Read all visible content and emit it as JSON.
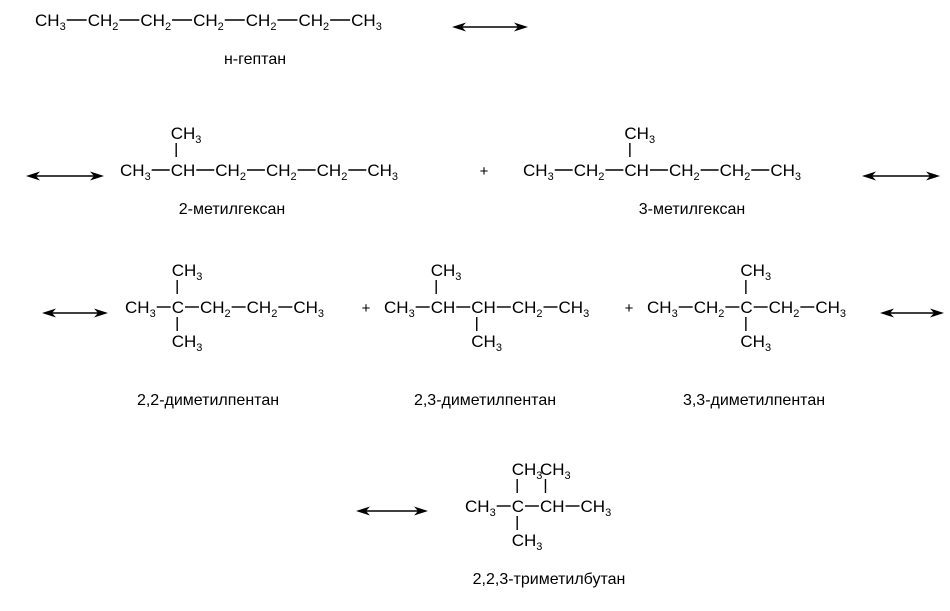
{
  "plus_sign": "+",
  "molecules": [
    {
      "id": "n-heptane",
      "name": "н-гептан",
      "chain": [
        "CH3",
        "CH2",
        "CH2",
        "CH2",
        "CH2",
        "CH2",
        "CH3"
      ],
      "branches": []
    },
    {
      "id": "2-methylhexane",
      "name": "2-метилгексан",
      "chain": [
        "CH3",
        "CH",
        "CH2",
        "CH2",
        "CH2",
        "CH3"
      ],
      "branches": [
        {
          "on": 1,
          "side": "up",
          "group": "CH3"
        }
      ]
    },
    {
      "id": "3-methylhexane",
      "name": "3-метилгексан",
      "chain": [
        "CH3",
        "CH2",
        "CH",
        "CH2",
        "CH2",
        "CH3"
      ],
      "branches": [
        {
          "on": 2,
          "side": "up",
          "group": "CH3"
        }
      ]
    },
    {
      "id": "2,2-dimethylpentane",
      "name": "2,2-диметилпентан",
      "chain": [
        "CH3",
        "C",
        "CH2",
        "CH2",
        "CH3"
      ],
      "branches": [
        {
          "on": 1,
          "side": "up",
          "group": "CH3"
        },
        {
          "on": 1,
          "side": "down",
          "group": "CH3"
        }
      ]
    },
    {
      "id": "2,3-dimethylpentane",
      "name": "2,3-диметилпентан",
      "chain": [
        "CH3",
        "CH",
        "CH",
        "CH2",
        "CH3"
      ],
      "branches": [
        {
          "on": 1,
          "side": "up",
          "group": "CH3"
        },
        {
          "on": 2,
          "side": "down",
          "group": "CH3"
        }
      ]
    },
    {
      "id": "3,3-dimethylpentane",
      "name": "3,3-диметилпентан",
      "chain": [
        "CH3",
        "CH2",
        "C",
        "CH2",
        "CH3"
      ],
      "branches": [
        {
          "on": 2,
          "side": "up",
          "group": "CH3"
        },
        {
          "on": 2,
          "side": "down",
          "group": "CH3"
        }
      ]
    },
    {
      "id": "2,2,3-trimethylbutane",
      "name": "2,2,3-триметилбутан",
      "chain": [
        "CH3",
        "C",
        "CH",
        "CH3"
      ],
      "branches": [
        {
          "on": 1,
          "side": "up",
          "group": "CH3"
        },
        {
          "on": 1,
          "side": "down",
          "group": "CH3"
        },
        {
          "on": 2,
          "side": "up",
          "group": "CH3"
        }
      ]
    }
  ]
}
